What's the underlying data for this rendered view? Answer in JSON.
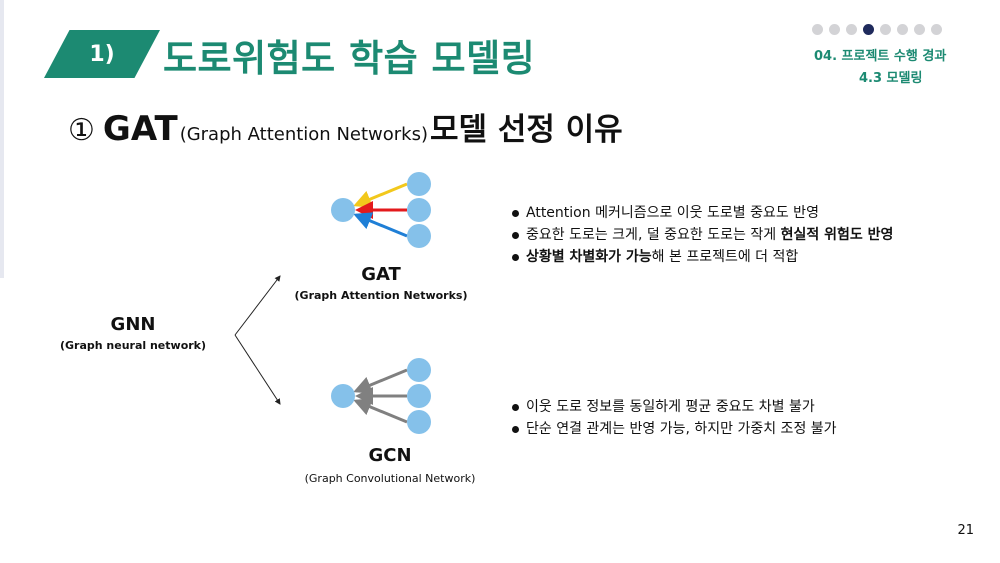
{
  "header": {
    "number_badge": "1)",
    "title": "도로위험도 학습 모델링",
    "section": "04. 프로젝트 수행 경과",
    "subsection": "4.3 모델링",
    "progress": {
      "total_dots": 8,
      "active_index": 3
    }
  },
  "heading": {
    "circle_num": "①",
    "main": "GAT",
    "paren": "(Graph Attention Networks)",
    "rest": "모델 선정 이유"
  },
  "diagram": {
    "gnn": {
      "name": "GNN",
      "full": "(Graph neural network)"
    },
    "gat": {
      "name": "GAT",
      "full": "(Graph Attention Networks)"
    },
    "gcn": {
      "name": "GCN",
      "full": "(Graph Convolutional Network)"
    },
    "colors": {
      "node": "#85c1ea",
      "gat_top": "#f2c81c",
      "gat_mid": "#e31a1c",
      "gat_bottom": "#1f7fd6",
      "gcn_edge": "#808080"
    }
  },
  "gat_bullets": [
    {
      "parts": [
        {
          "text": "Attention 메커니즘으로 이웃 도로별 중요도 반영",
          "bold": false
        }
      ]
    },
    {
      "parts": [
        {
          "text": "중요한 도로는 크게, 덜 중요한 도로는 작게 ",
          "bold": false
        },
        {
          "text": "현실적 위험도 반영",
          "bold": true
        }
      ]
    },
    {
      "parts": [
        {
          "text": "상황별 차별화가 가능",
          "bold": true
        },
        {
          "text": "해 본 프로젝트에 더 적합",
          "bold": false
        }
      ]
    }
  ],
  "gcn_bullets": [
    {
      "parts": [
        {
          "text": "이웃 도로 정보를 동일하게 평균 중요도 차별 불가",
          "bold": false
        }
      ]
    },
    {
      "parts": [
        {
          "text": "단순 연결 관계는 반영 가능, 하지만 가중치 조정 불가",
          "bold": false
        }
      ]
    }
  ],
  "page_number": "21",
  "accent_color": "#1c8a72"
}
